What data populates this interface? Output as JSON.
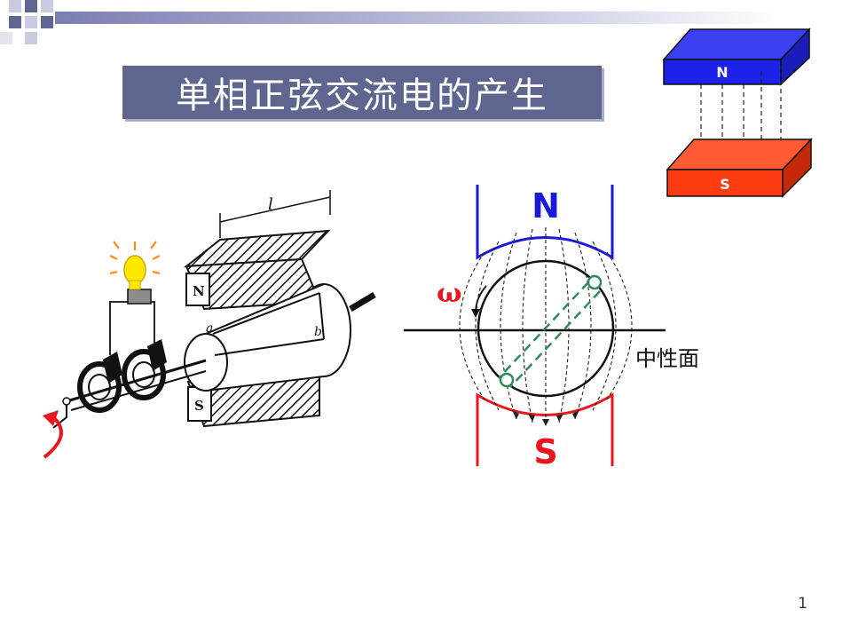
{
  "slide": {
    "title": "单相正弦交流电的产生",
    "page_number": "1"
  },
  "magnet_diagram": {
    "north_label": "N",
    "south_label": "S",
    "north_color": "#1d22e8",
    "south_color": "#ff3b14"
  },
  "field_diagram": {
    "north_label": "N",
    "south_label": "S",
    "omega_label": "ω",
    "neutral_plane_label": "中性面",
    "north_color": "#1a1adb",
    "south_color": "#e8171d",
    "coil_color": "#2e8b57"
  },
  "machine_drawing": {
    "pole_n_label": "N",
    "pole_s_label": "S",
    "conductor_a_label": "a",
    "conductor_b_label": "b",
    "length_label": "l"
  },
  "colors": {
    "title_background": "#5e6690",
    "title_text": "#ffffff",
    "rotation_arrow": "#e8171d",
    "bulb": "#ffe800"
  }
}
